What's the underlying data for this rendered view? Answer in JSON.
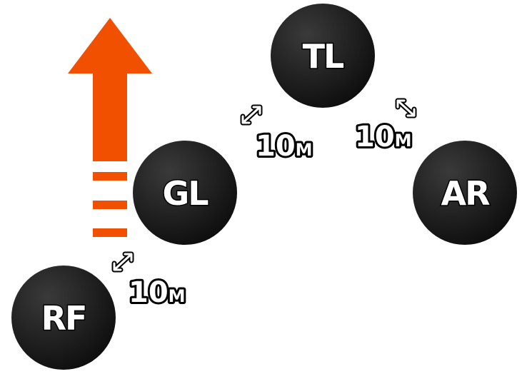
{
  "colors": {
    "arrow": "#f05000",
    "node": "#1a1a1a"
  },
  "nodes": [
    {
      "id": "tl",
      "label": "TL"
    },
    {
      "id": "gl",
      "label": "GL"
    },
    {
      "id": "ar",
      "label": "AR"
    },
    {
      "id": "rf",
      "label": "RF"
    }
  ],
  "distances": [
    {
      "value": "10",
      "unit": "M"
    },
    {
      "value": "10",
      "unit": "M"
    },
    {
      "value": "10",
      "unit": "M"
    }
  ],
  "direction_arrow": {
    "icon": "up-arrow-icon"
  }
}
